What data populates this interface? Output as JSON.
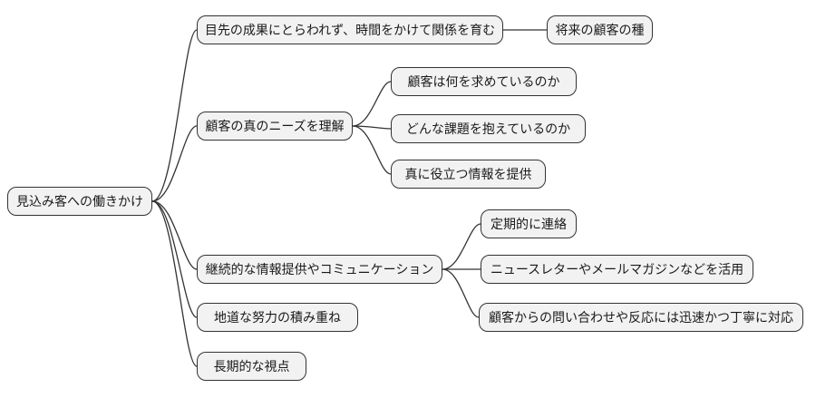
{
  "diagram": {
    "type": "mindmap",
    "orientation": "left-to-right"
  },
  "colors": {
    "background": "#ffffff",
    "node_fill": "#f2f2f2",
    "node_border": "#333333",
    "connector": "#333333",
    "text": "#1a1a1a"
  },
  "mindmap": {
    "root": "見込み客への働きかけ",
    "branches": [
      {
        "label": "目先の成果にとらわれず、時間をかけて関係を育む",
        "children": [
          "将来の顧客の種"
        ]
      },
      {
        "label": "顧客の真のニーズを理解",
        "children": [
          "顧客は何を求めているのか",
          "どんな課題を抱えているのか",
          "真に役立つ情報を提供"
        ]
      },
      {
        "label": "継続的な情報提供やコミュニケーション",
        "children": [
          "定期的に連絡",
          "ニュースレターやメールマガジンなどを活用",
          "顧客からの問い合わせや反応には迅速かつ丁寧に対応"
        ]
      },
      {
        "label": "地道な努力の積み重ね",
        "children": []
      },
      {
        "label": "長期的な視点",
        "children": []
      }
    ]
  }
}
